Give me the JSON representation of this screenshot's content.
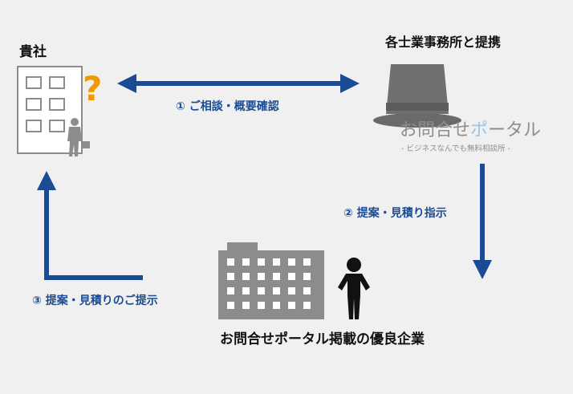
{
  "nodes": {
    "client": {
      "label": "貴社"
    },
    "partner": {
      "label": "各士業事務所と提携"
    },
    "company": {
      "label": "お問合せポータル掲載の優良企業"
    }
  },
  "logo": {
    "main_part1": "お問合せ",
    "main_part2": "ポ",
    "main_part3": "ータル",
    "tagline": "- ビジネスなんでも無料相談所 -"
  },
  "icons": {
    "question_mark": "?"
  },
  "steps": [
    {
      "label": "① ご相談・概要確認"
    },
    {
      "label": "② 提案・見積り指示"
    },
    {
      "label": "③ 提案・見積りのご提示"
    }
  ],
  "colors": {
    "arrow_blue": "#1a4c95",
    "question_orange": "#f39800",
    "gray_building": "#8c8c8c",
    "background": "#f0f0f0"
  }
}
